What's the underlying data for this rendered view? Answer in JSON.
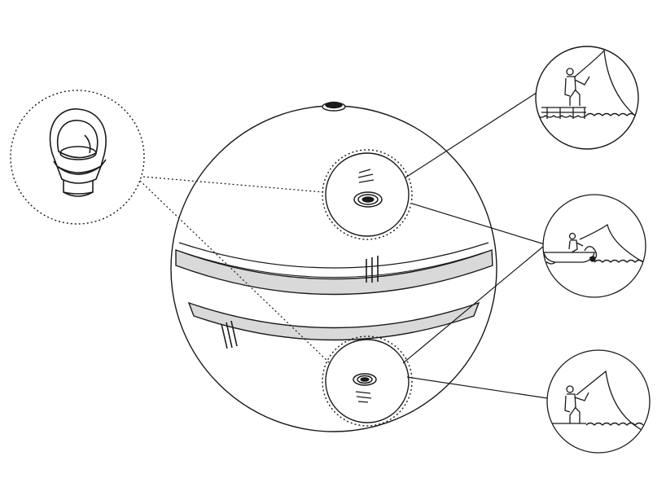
{
  "diagram": {
    "subject": "spherical-fish-finder-sonar",
    "line_color": "#1a1a1a",
    "band_color": "#d9d9d9",
    "background": "#ffffff",
    "details": [
      {
        "id": "eyelet-attachment",
        "icon": "eyelet-icon"
      },
      {
        "id": "top-port",
        "icon": "sonar-port-icon",
        "callouts": [
          "dock-fishing",
          "boat-fishing"
        ]
      },
      {
        "id": "bottom-port",
        "icon": "sonar-port-icon",
        "callouts": [
          "boat-fishing",
          "shore-fishing"
        ]
      }
    ],
    "scenes": [
      {
        "id": "dock-fishing",
        "icon": "angler-on-dock-icon"
      },
      {
        "id": "boat-fishing",
        "icon": "angler-in-boat-icon"
      },
      {
        "id": "shore-fishing",
        "icon": "angler-on-shore-icon"
      }
    ]
  }
}
